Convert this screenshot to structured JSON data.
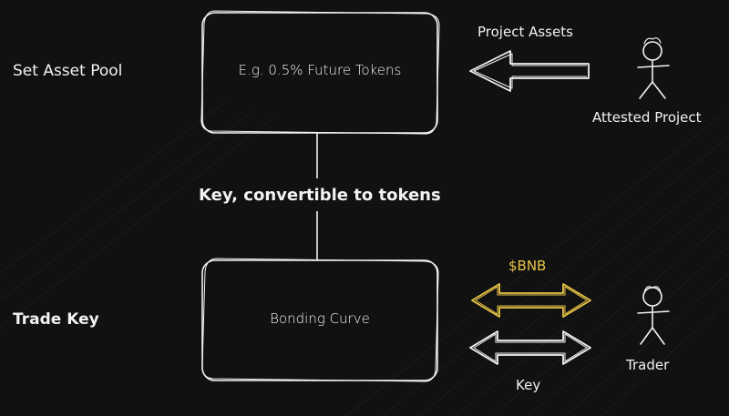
{
  "rows": {
    "top": "Set Asset Pool",
    "bottom": "Trade Key"
  },
  "boxes": {
    "top": "E.g. 0.5% Future Tokens",
    "bottom": "Bonding Curve"
  },
  "connector_label": "Key, convertible to tokens",
  "top_flow": {
    "arrow_label": "Project Assets",
    "actor": "Attested Project"
  },
  "bottom_flow": {
    "currency_label": "$BNB",
    "key_label": "Key",
    "actor": "Trader"
  },
  "colors": {
    "background": "#111111",
    "stroke": "#f2f2f2",
    "accent": "#e8c547"
  }
}
